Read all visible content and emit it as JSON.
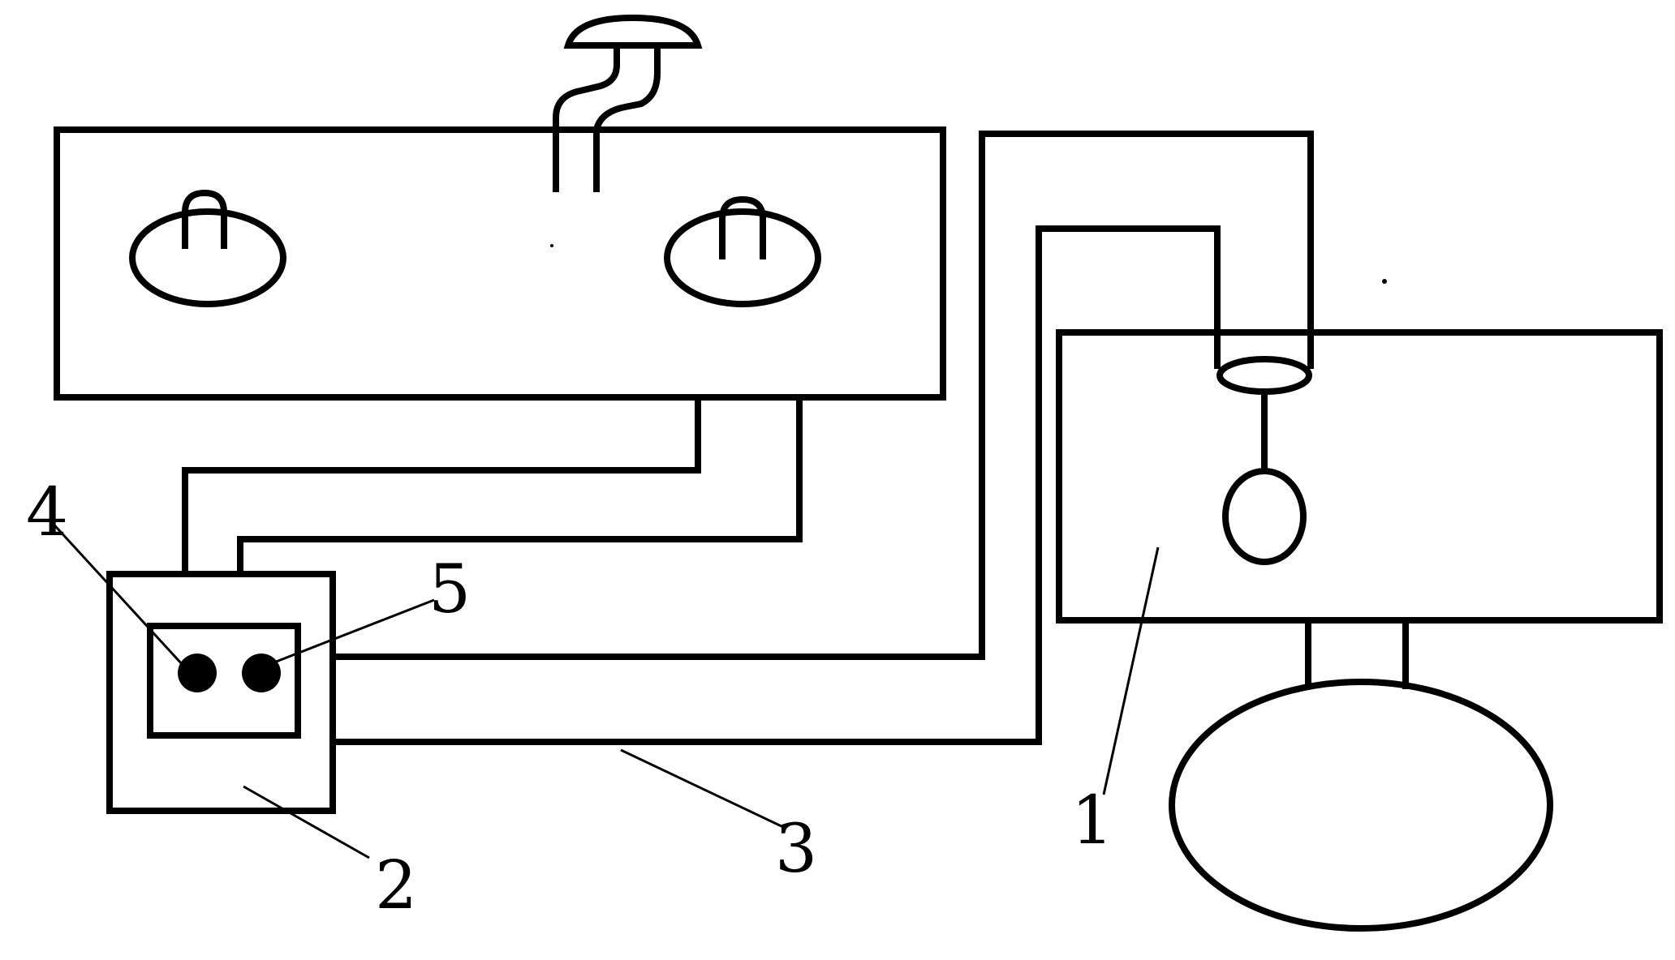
{
  "labels": {
    "tank": "1",
    "control_box": "2",
    "pipe": "3",
    "button_4": "4",
    "button_5": "5"
  }
}
